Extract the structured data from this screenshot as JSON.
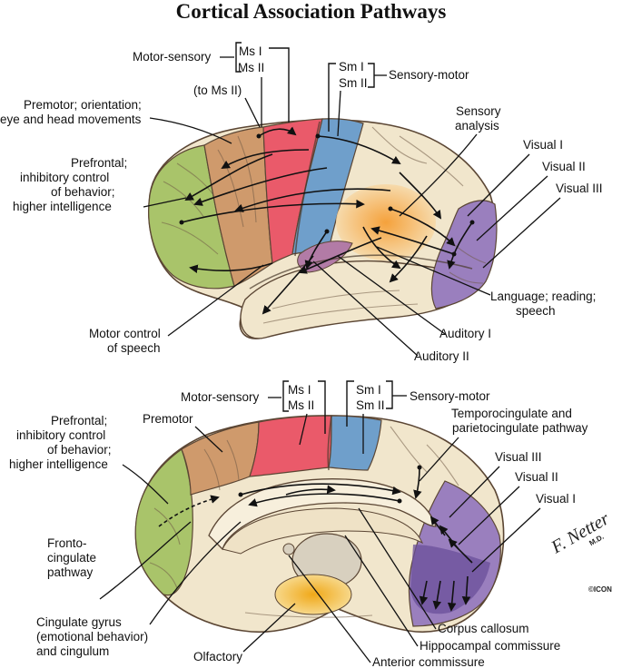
{
  "title": "Cortical Association Pathways",
  "lateral_view": {
    "labels": {
      "motor_sensory": "Motor-sensory",
      "ms_i": "Ms I",
      "ms_ii": "Ms II",
      "to_ms_ii": "(to Ms II)",
      "sm_i": "Sm I",
      "sm_ii": "Sm II",
      "sensory_motor": "Sensory-motor",
      "premotor_line1": "Premotor; orientation;",
      "premotor_line2": "eye and head movements",
      "sensory_analysis_line1": "Sensory",
      "sensory_analysis_line2": "analysis",
      "prefrontal_line1": "Prefrontal;",
      "prefrontal_line2": "inhibitory control",
      "prefrontal_line3": "of behavior;",
      "prefrontal_line4": "higher intelligence",
      "visual_i": "Visual I",
      "visual_ii": "Visual II",
      "visual_iii": "Visual III",
      "language_line1": "Language; reading;",
      "language_line2": "speech",
      "motor_control_line1": "Motor control",
      "motor_control_line2": "of speech",
      "auditory_i": "Auditory I",
      "auditory_ii": "Auditory II"
    }
  },
  "medial_view": {
    "labels": {
      "motor_sensory": "Motor-sensory",
      "ms_i": "Ms I",
      "ms_ii": "Ms II",
      "sm_i": "Sm I",
      "sm_ii": "Sm II",
      "sensory_motor": "Sensory-motor",
      "prefrontal_line1": "Prefrontal;",
      "prefrontal_line2": "inhibitory control",
      "prefrontal_line3": "of behavior;",
      "prefrontal_line4": "higher intelligence",
      "premotor": "Premotor",
      "temporocingulate_line1": "Temporocingulate and",
      "temporocingulate_line2": "parietocingulate pathway",
      "visual_iii": "Visual III",
      "visual_ii": "Visual II",
      "visual_i": "Visual I",
      "fronto_line1": "Fronto-",
      "fronto_line2": "cingulate",
      "fronto_line3": "pathway",
      "cingulate_line1": "Cingulate gyrus",
      "cingulate_line2": "(emotional behavior)",
      "cingulate_line3": "and cingulum",
      "olfactory": "Olfactory",
      "corpus_callosum": "Corpus callosum",
      "hippocampal_commissure": "Hippocampal commissure",
      "anterior_commissure": "Anterior commissure"
    }
  },
  "signature": {
    "name": "F. Netter",
    "suffix": "M.D.",
    "mark": "©ICON"
  },
  "colors": {
    "prefrontal": "#a9c46a",
    "premotor": "#cf9a6c",
    "motor": "#ea5a6a",
    "sensory": "#6f9fcb",
    "sensory_analysis": "#f0a040",
    "visual": "#9a7fbe",
    "visual_dark": "#6a4f9a",
    "auditory": "#b27ba6",
    "neutral": "#f1e6cc",
    "olfactory": "#f0b020"
  }
}
